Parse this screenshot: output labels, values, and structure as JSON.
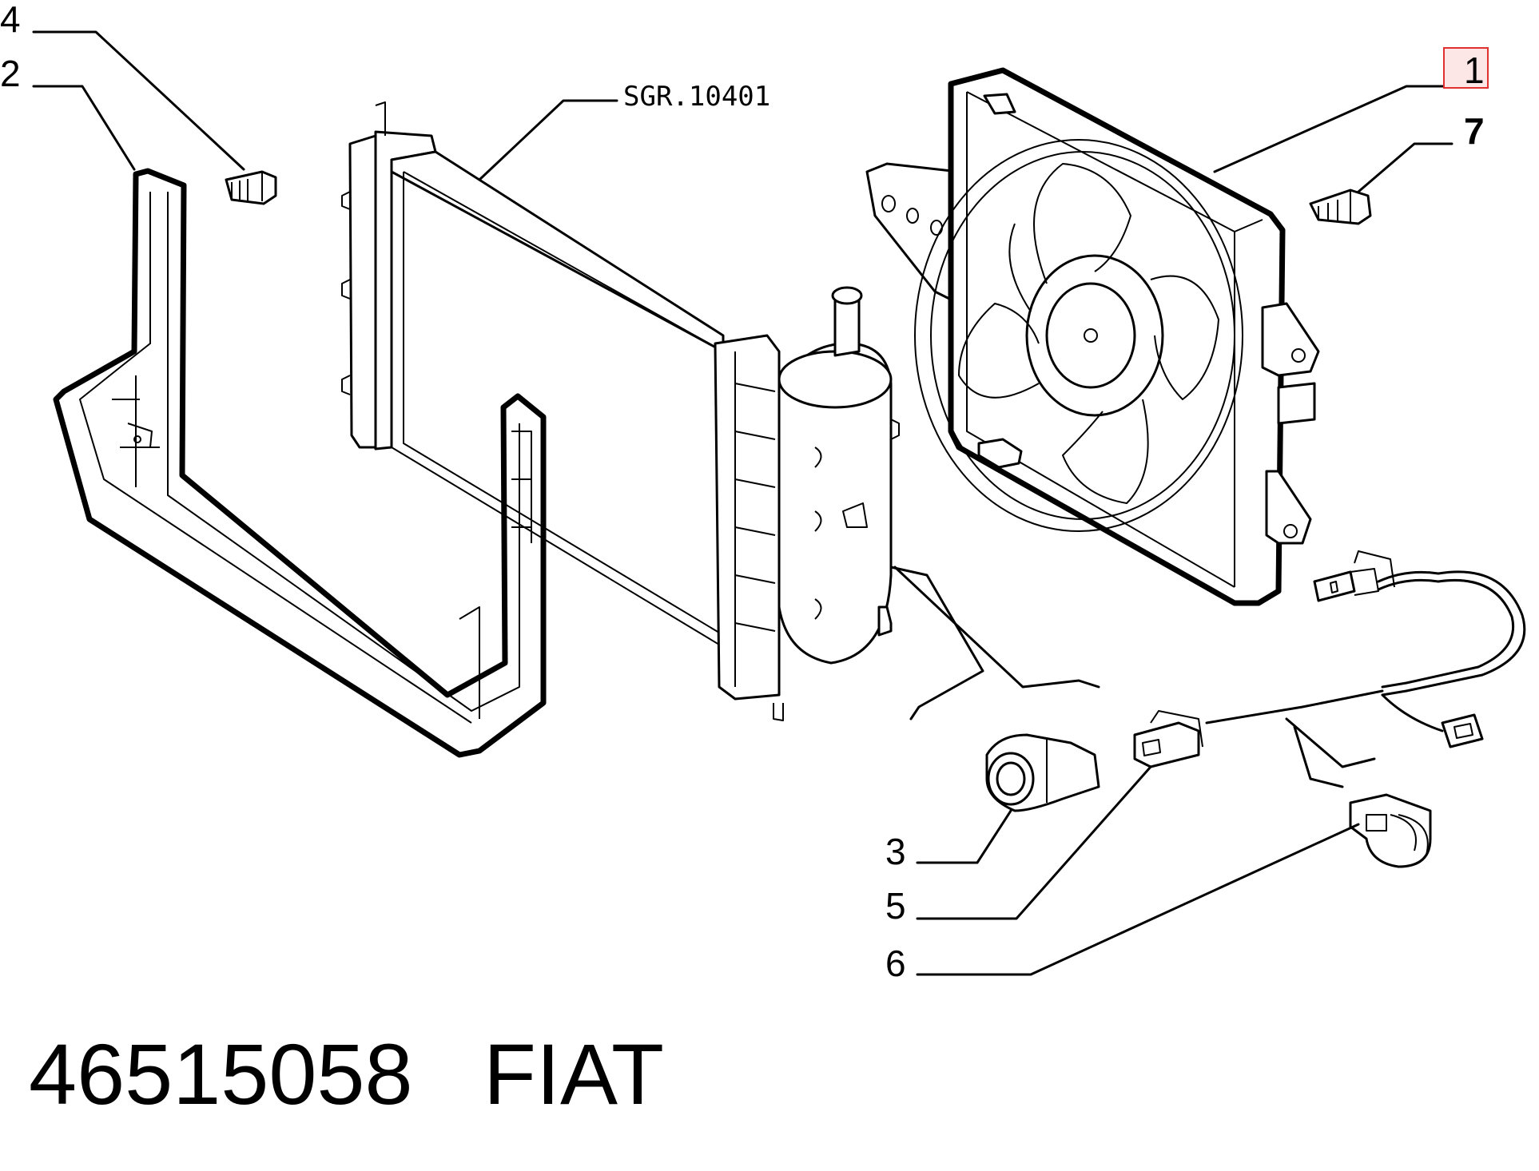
{
  "diagram": {
    "callouts": {
      "c1": "1",
      "c2": "2",
      "c3": "3",
      "c4": "4",
      "c5": "5",
      "c6": "6",
      "c7": "7"
    },
    "reference_code": "SGR.10401",
    "footer": {
      "part_number": "46515058",
      "brand": "FIAT"
    },
    "highlight_color": "#e0302f"
  }
}
